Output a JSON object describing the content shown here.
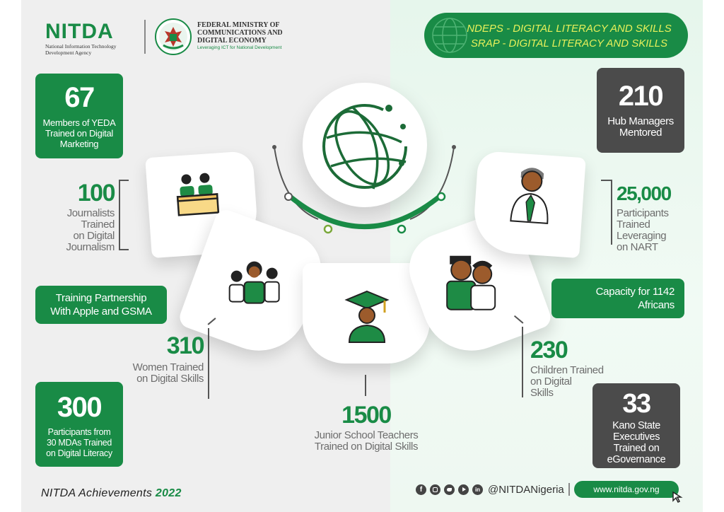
{
  "header": {
    "logo_text": "NITDA",
    "agency_line1": "National Information Technology",
    "agency_line2": "Development Agency",
    "ministry_line1": "FEDERAL MINISTRY OF",
    "ministry_line2": "COMMUNICATIONS AND",
    "ministry_line3": "DIGITAL ECONOMY",
    "ministry_tagline": "Leveraging ICT for National Development"
  },
  "banner": {
    "line1": "NDEPS -  DIGITAL LITERACY AND SKILLS",
    "line2": "SRAP -  DIGITAL LITERACY AND SKILLS"
  },
  "stats": {
    "yeda": {
      "number": "67",
      "line1": "Members of YEDA",
      "line2": "Trained on Digital",
      "line3": "Marketing"
    },
    "journalists": {
      "number": "100",
      "line1": "Journalists",
      "line2": "Trained",
      "line3": "on Digital",
      "line4": "Journalism"
    },
    "apple": {
      "line1": "Training Partnership",
      "line2": "With Apple and GSMA"
    },
    "women": {
      "number": "310",
      "line1": "Women Trained",
      "line2": "on Digital Skills"
    },
    "mdas": {
      "number": "300",
      "line1": "Participants from",
      "line2": "30 MDAs  Trained",
      "line3": "on Digital Literacy"
    },
    "teachers": {
      "number": "1500",
      "line1": "Junior School Teachers",
      "line2": "Trained on Digital Skills"
    },
    "hub": {
      "number": "210",
      "line1": "Hub Managers",
      "line2": "Mentored"
    },
    "nart": {
      "number": "25,000",
      "line1": "Participants",
      "line2": "Trained",
      "line3": "Leveraging",
      "line4": "on NART"
    },
    "africans": {
      "line1": "Capacity for 1142",
      "line2": "Africans"
    },
    "children": {
      "number": "230",
      "line1": "Children Trained",
      "line2": "on Digital",
      "line3": "Skills"
    },
    "kano": {
      "number": "33",
      "line1": "Kano State",
      "line2": "Executives",
      "line3": "Trained on",
      "line4": "eGovernance"
    }
  },
  "footer": {
    "title_part1": "NITDA Achievements ",
    "title_year": "2022",
    "social_handle": "@NITDANigeria",
    "website": "www.nitda.gov.ng"
  },
  "colors": {
    "brand_green": "#198b46",
    "dark_gray": "#4b4b4b",
    "skin": "#9c5b2c"
  }
}
